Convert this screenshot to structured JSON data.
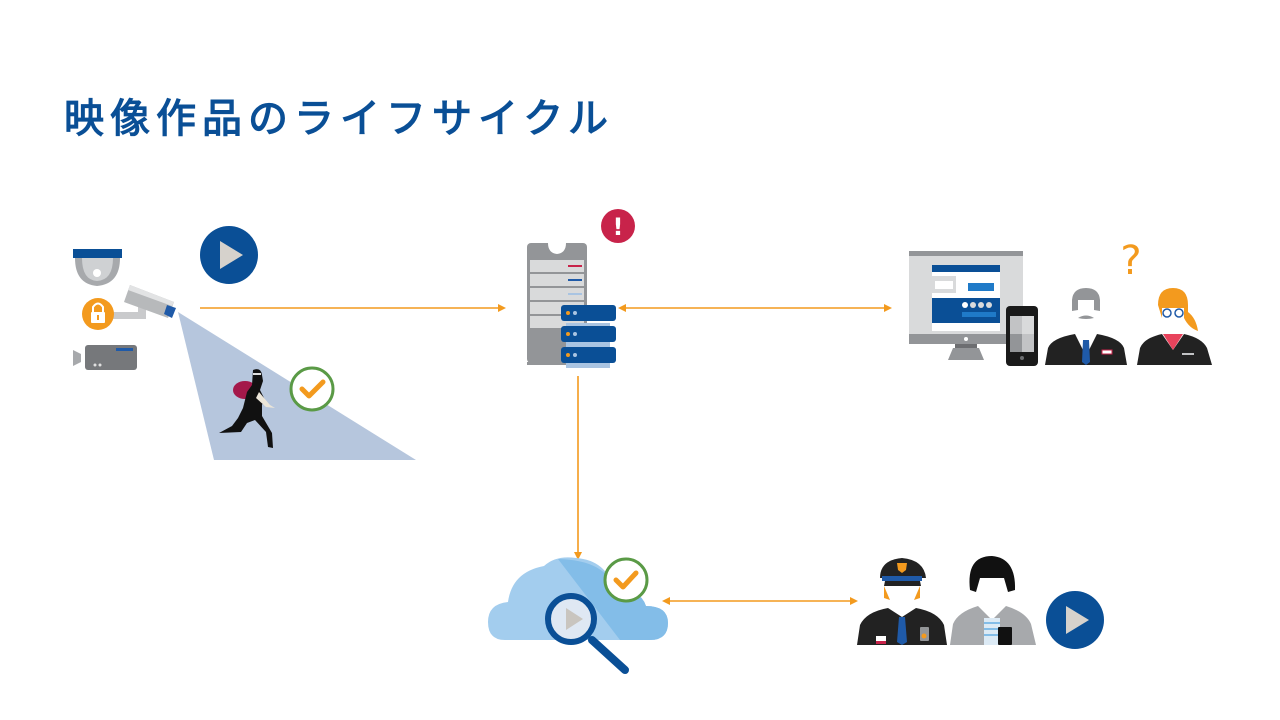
{
  "title": "映像作品のライフサイクル",
  "colors": {
    "brand_blue": "#0a4f96",
    "arrow_orange": "#f39a1e",
    "check_green": "#5a9a46",
    "alert_red": "#c8234a",
    "beam_blue": "#b6c6dd",
    "cloud_light": "#a3cdee",
    "cloud_dark": "#83bde8",
    "gray": "#a7a9ac"
  },
  "nodes": {
    "capture": {
      "label": "cameras-and-recording",
      "status_icon": "check-icon"
    },
    "server": {
      "label": "server-storage",
      "status_icon": "alert-icon",
      "status_text": "!"
    },
    "viewers": {
      "label": "client-viewing",
      "status_text": "?"
    },
    "cloud": {
      "label": "cloud-evidence-search",
      "status_icon": "check-icon"
    },
    "sharing": {
      "label": "police-and-public"
    }
  }
}
